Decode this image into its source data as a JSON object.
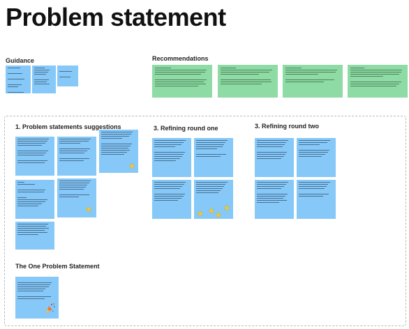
{
  "page": {
    "title": "Problem statement"
  },
  "sections": {
    "guidance": "Guidance",
    "recommendations": "Recommendations",
    "suggestions": "1. Problem statements suggestions",
    "round_one": "3.  Refining round one",
    "round_two": "3.  Refining round two",
    "one_statement": "The One Problem Statement"
  },
  "colors": {
    "sticky_blue": "#86c8f7",
    "sticky_green": "#8edba5",
    "star": "#f7c72b"
  },
  "icons": {
    "star": "star-icon",
    "celebration": "party-popper-icon"
  }
}
